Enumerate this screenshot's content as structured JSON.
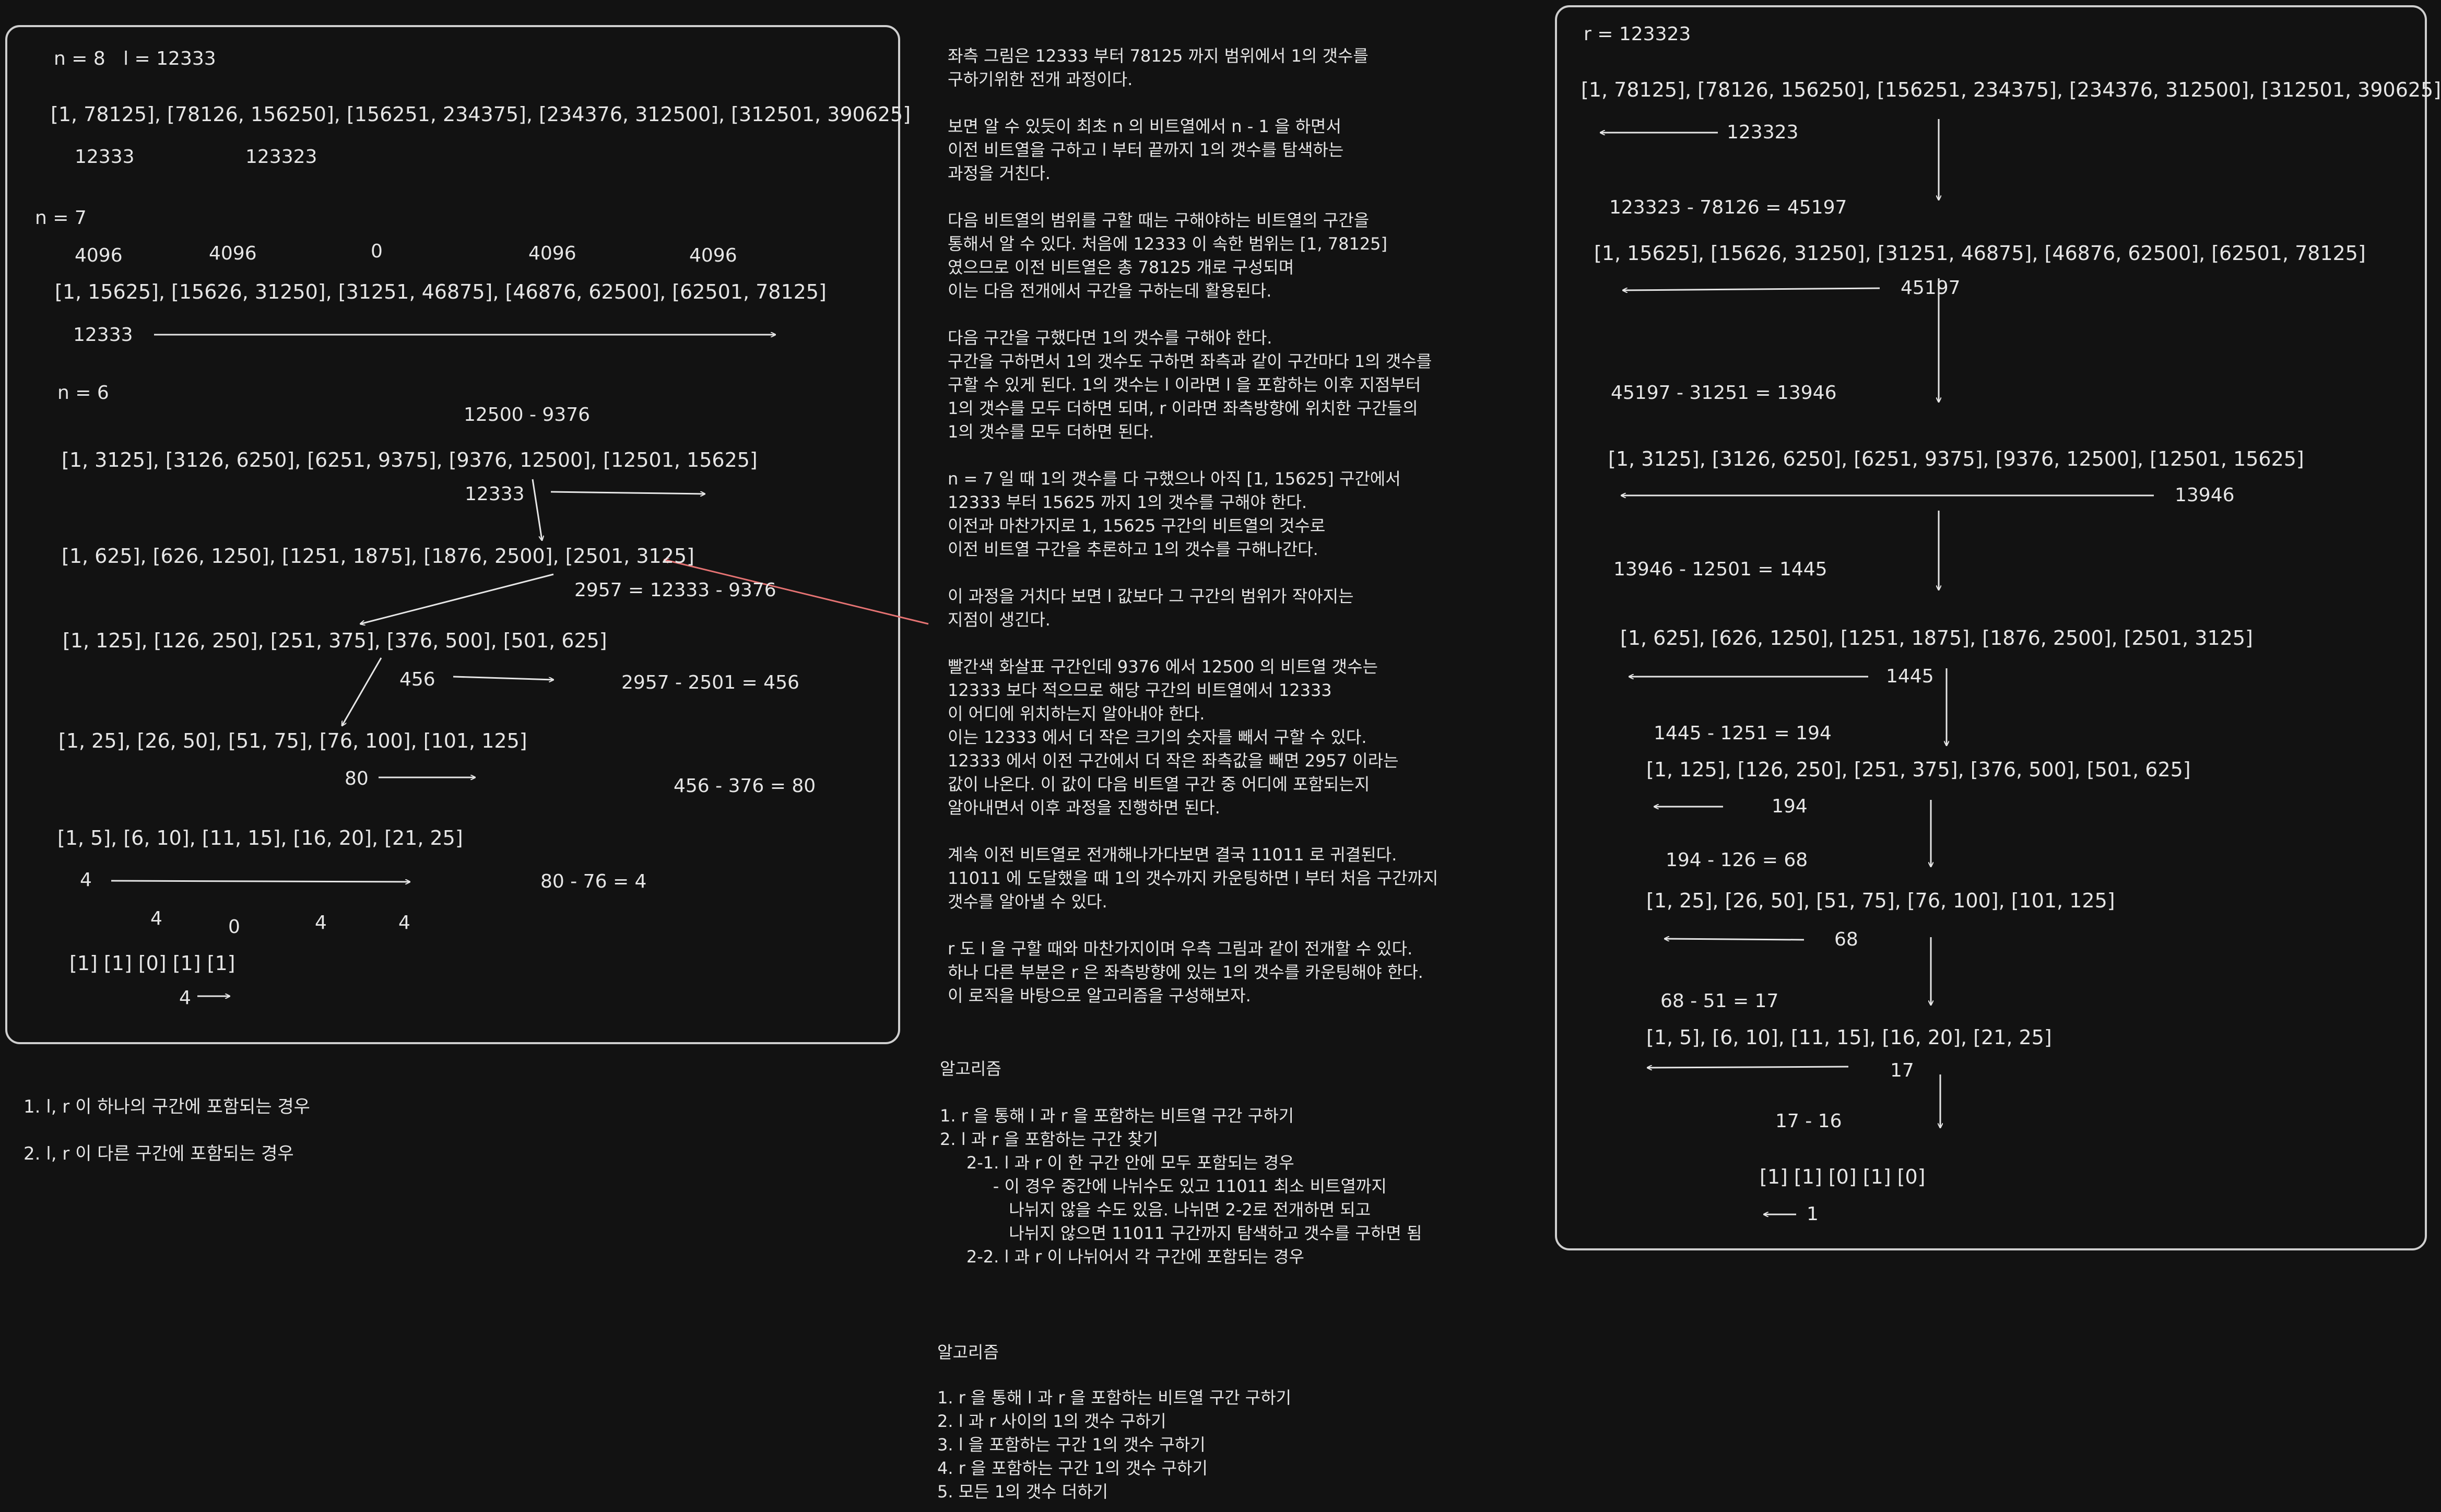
{
  "left": {
    "n8": "n = 8   l = 12333",
    "r8": "[1, 78125], [78126, 156250], [156251, 234375], [234376, 312500], [312501, 390625]",
    "v12333a": "12333",
    "v123323a": "123323",
    "n7": "n = 7",
    "c4096a": "4096",
    "c4096b": "4096",
    "c0a": "0",
    "c4096c": "4096",
    "c4096d": "4096",
    "r7": "[1, 15625], [15626, 31250], [31251, 46875], [46876, 62500], [62501, 78125]",
    "v12333b": "12333",
    "n6": "n = 6",
    "calc12500": "12500 - 9376",
    "r6": "[1, 3125], [3126, 6250], [6251, 9375], [9376, 12500], [12501, 15625]",
    "v12333c": "12333",
    "r5": "[1, 625], [626, 1250], [1251, 1875], [1876, 2500], [2501, 3125]",
    "calc2957": "2957 = 12333 - 9376",
    "r4": "[1, 125], [126, 250], [251, 375], [376, 500], [501, 625]",
    "v456": "456",
    "calc456": "2957 - 2501 = 456",
    "r3": "[1, 25], [26, 50], [51, 75], [76, 100], [101, 125]",
    "v80": "80",
    "calc80": "456 - 376 = 80",
    "r2": "[1, 5], [6, 10], [11, 15], [16, 20], [21, 25]",
    "v4a": "4",
    "calc4": "80 - 76 = 4",
    "c4a": "4",
    "c0b": "0",
    "c4b": "4",
    "c4c": "4",
    "r1": "[1] [1] [0] [1] [1]",
    "v4b": "4"
  },
  "cases": {
    "c1": "1. l, r 이 하나의 구간에 포함되는 경우",
    "c2": "2. l, r 이 다른 구간에 포함되는 경우"
  },
  "middle": {
    "p1": "좌측 그림은 12333 부터 78125 까지 범위에서 1의 갯수를\n구하기위한 전개 과정이다.",
    "p2": "보면 알 수 있듯이 최초 n 의 비트열에서 n - 1 을 하면서\n이전 비트열을 구하고 l 부터 끝까지 1의 갯수를 탐색하는\n과정을 거친다.",
    "p3": "다음 비트열의 범위를 구할 때는 구해야하는 비트열의 구간을\n통해서 알 수 있다. 처음에 12333 이 속한 범위는 [1, 78125]\n였으므로 이전 비트열은 총 78125 개로 구성되며\n이는 다음 전개에서 구간을 구하는데 활용된다.",
    "p4": "다음 구간을 구했다면 1의 갯수를 구해야 한다.\n구간을 구하면서 1의 갯수도 구하면 좌측과 같이 구간마다 1의 갯수를\n구할 수 있게 된다. 1의 갯수는 l 이라면 l 을 포함하는 이후 지점부터\n1의 갯수를 모두 더하면 되며, r 이라면 좌측방향에 위치한 구간들의\n1의 갯수를 모두 더하면 된다.",
    "p5": "n = 7 일 때 1의 갯수를 다 구했으나 아직 [1, 15625] 구간에서\n12333 부터 15625 까지 1의 갯수를 구해야 한다.\n이전과 마찬가지로 1, 15625 구간의 비트열의 것수로\n이전 비트열 구간을 추론하고 1의 갯수를 구해나간다.",
    "p6": "이 과정을 거치다 보면 l 값보다 그 구간의 범위가 작아지는\n지점이 생긴다.",
    "p7": "빨간색 화살표 구간인데 9376 에서 12500 의 비트열 갯수는\n12333 보다 적으므로 해당 구간의 비트열에서 12333\n이 어디에 위치하는지 알아내야 한다.\n이는 12333 에서 더 작은 크기의 숫자를 빼서 구할 수 있다.\n12333 에서 이전 구간에서 더 작은 좌측값을 빼면 2957 이라는\n값이 나온다. 이 값이 다음 비트열 구간 중 어디에 포함되는지\n알아내면서 이후 과정을 진행하면 된다.",
    "p8": "계속 이전 비트열로 전개해나가다보면 결국 11011 로 귀결된다.\n11011 에 도달했을 때 1의 갯수까지 카운팅하면 l 부터 처음 구간까지\n갯수를 알아낼 수 있다.",
    "p9": "r 도 l 을 구할 때와 마찬가지이며 우측 그림과 같이 전개할 수 있다.\n하나 다른 부분은 r 은 좌측방향에 있는 1의 갯수를 카운팅해야 한다.\n이 로직을 바탕으로 알고리즘을 구성해보자.",
    "algo1_title": "알고리즘",
    "algo1": "1. r 을 통해 l 과 r 을 포함하는 비트열 구간 구하기\n2. l 과 r 을 포함하는 구간 찾기\n     2-1. l 과 r 이 한 구간 안에 모두 포함되는 경우\n          - 이 경우 중간에 나뉘수도 있고 11011 최소 비트열까지\n             나뉘지 않을 수도 있음. 나뉘면 2-2로 전개하면 되고\n             나뉘지 않으면 11011 구간까지 탐색하고 갯수를 구하면 됨\n     2-2. l 과 r 이 나뉘어서 각 구간에 포함되는 경우",
    "algo2_title": "알고리즘",
    "algo2": "1. r 을 통해 l 과 r 을 포함하는 비트열 구간 구하기\n2. l 과 r 사이의 1의 갯수 구하기\n3. l 을 포함하는 구간 1의 갯수 구하기\n4. r 을 포함하는 구간 1의 갯수 구하기\n5. 모든 1의 갯수 더하기"
  },
  "right": {
    "title": "r = 123323",
    "r8": "[1, 78125], [78126, 156250], [156251, 234375], [234376, 312500], [312501, 390625]",
    "v123323": "123323",
    "calc1": "123323 - 78126 = 45197",
    "r7": "[1, 15625], [15626, 31250], [31251, 46875], [46876, 62500], [62501, 78125]",
    "v45197": "45197",
    "calc2": "45197 - 31251 = 13946",
    "r6": "[1, 3125], [3126, 6250], [6251, 9375], [9376, 12500], [12501, 15625]",
    "v13946": "13946",
    "calc3": "13946 - 12501 = 1445",
    "r5": "[1, 625], [626, 1250], [1251, 1875], [1876, 2500], [2501, 3125]",
    "v1445": "1445",
    "calc4": "1445 - 1251 = 194",
    "r4": "[1, 125], [126, 250], [251, 375], [376, 500], [501, 625]",
    "v194": "194",
    "calc5": "194 - 126 = 68",
    "r3": "[1, 25], [26, 50], [51, 75], [76, 100], [101, 125]",
    "v68": "68",
    "calc6": "68 - 51 = 17",
    "r2": "[1, 5], [6, 10], [11, 15], [16, 20], [21, 25]",
    "v17": "17",
    "calc7": "17 - 16",
    "r1": "[1] [1] [0] [1] [0]",
    "v1": "1"
  },
  "colors": {
    "background": "#121212",
    "stroke": "#e6e6e6",
    "highlight_arrow": "#e57373"
  }
}
